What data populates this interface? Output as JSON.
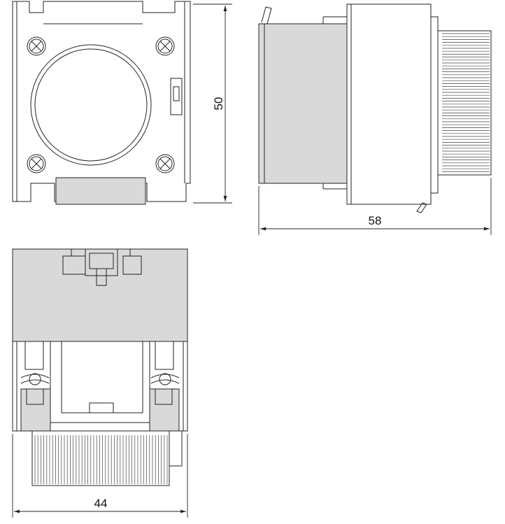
{
  "dimensions": {
    "height": "50",
    "depth": "58",
    "width": "44"
  },
  "colors": {
    "body_fill": "#d9d9d9",
    "line": "#222222",
    "background": "#ffffff"
  },
  "icons": {
    "mounting_screw": "crossed-circle",
    "rib_hatch": "horizontal-lines"
  }
}
